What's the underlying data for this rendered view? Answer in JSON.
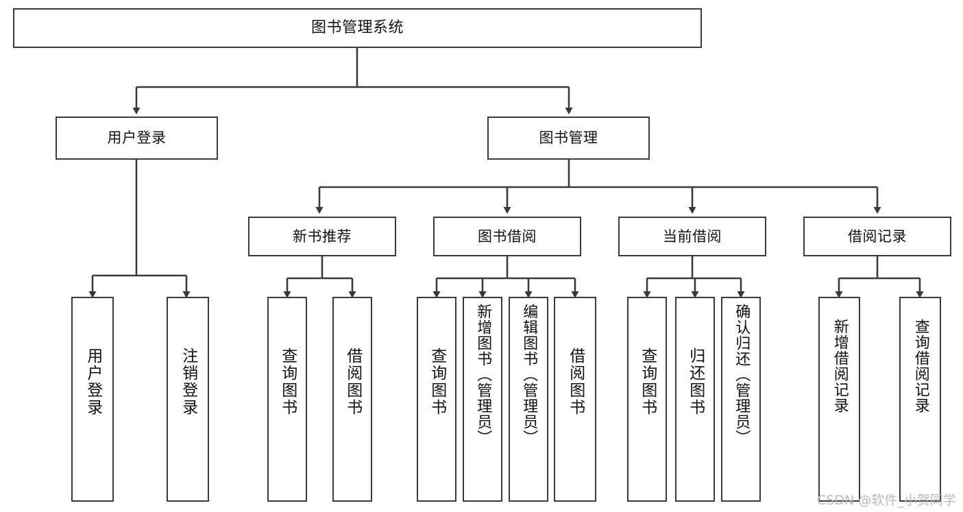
{
  "diagram": {
    "title": "图书管理系统",
    "type": "tree-hierarchy-chart",
    "theme": {
      "stroke": "#3a3a3a",
      "fill": "#ffffff",
      "text": "#111111",
      "watermark_color": "#b9b9b9"
    },
    "levels": {
      "root": {
        "label": "图书管理系统"
      },
      "level2": [
        {
          "id": "user-login",
          "label": "用户登录"
        },
        {
          "id": "book-management",
          "label": "图书管理"
        }
      ],
      "level3": [
        {
          "id": "new-book-recommend",
          "label": "新书推荐"
        },
        {
          "id": "book-borrow",
          "label": "图书借阅"
        },
        {
          "id": "current-borrow",
          "label": "当前借阅"
        },
        {
          "id": "borrow-record",
          "label": "借阅记录"
        }
      ],
      "leaves": {
        "user_login": [
          {
            "id": "leaf-user-login",
            "label": "用户登录"
          },
          {
            "id": "leaf-logout-login",
            "label": "注销登录"
          }
        ],
        "new_book_recommend": [
          {
            "id": "leaf-query-book-1",
            "label": "查询图书"
          },
          {
            "id": "leaf-borrow-book-1",
            "label": "借阅图书"
          }
        ],
        "book_borrow": [
          {
            "id": "leaf-query-book-2",
            "label": "查询图书"
          },
          {
            "id": "leaf-add-book",
            "label": "新增图书（管理员）"
          },
          {
            "id": "leaf-edit-book",
            "label": "编辑图书（管理员）"
          },
          {
            "id": "leaf-borrow-book-2",
            "label": "借阅图书"
          }
        ],
        "current_borrow": [
          {
            "id": "leaf-query-book-3",
            "label": "查询图书"
          },
          {
            "id": "leaf-return-book",
            "label": "归还图书"
          },
          {
            "id": "leaf-confirm-return",
            "label": "确认归还（管理员）"
          }
        ],
        "borrow_record": [
          {
            "id": "leaf-add-record",
            "label": "新增借阅记录"
          },
          {
            "id": "leaf-query-record",
            "label": "查询借阅记录"
          }
        ]
      }
    },
    "watermark": "CSDN @软件_小贺同学"
  }
}
